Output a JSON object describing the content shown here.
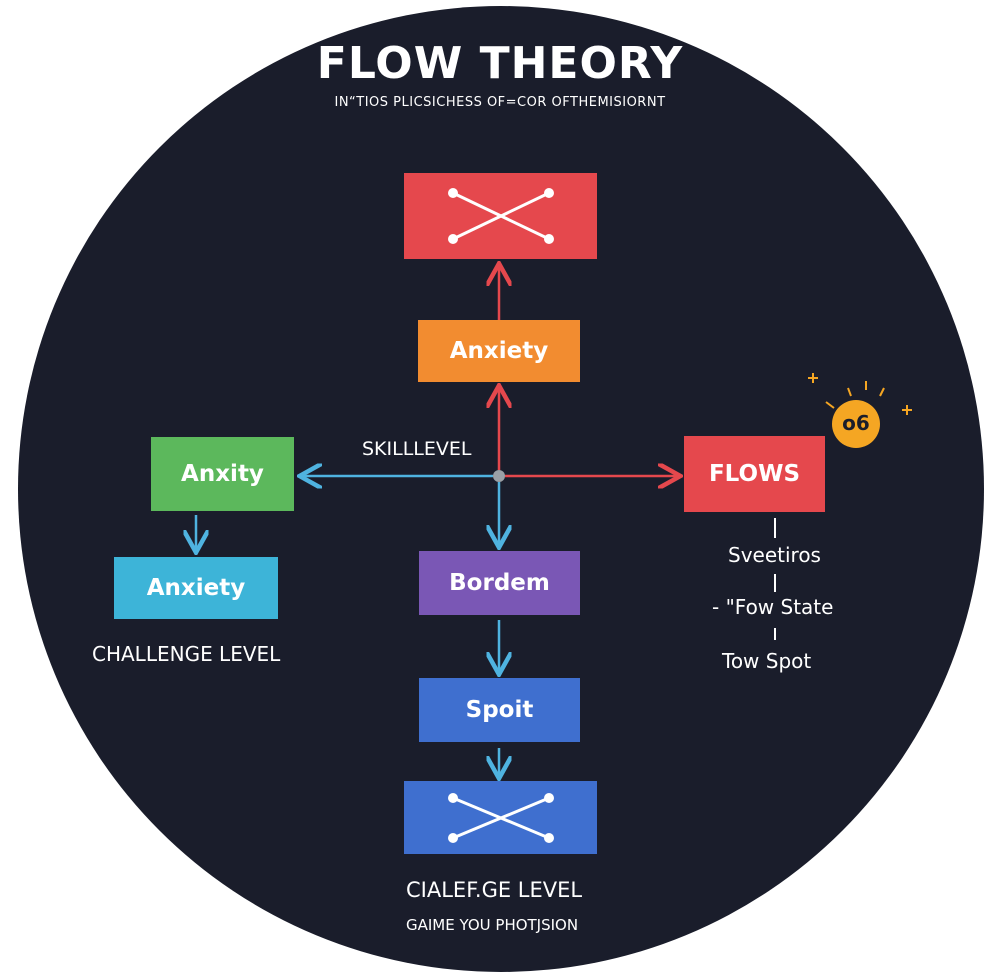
{
  "title": "FLOW THEORY",
  "subtitle": "IN“TIOS PLICSICHESS OF=COR OFTHEMISIORNT",
  "nodes": {
    "top_icon": {
      "icon": "cross-arrows-icon",
      "color": "#e5484d"
    },
    "anxiety_top": {
      "label": "Anxiety",
      "color": "#f28c30"
    },
    "anxiety_left": {
      "label": "Anxity",
      "color": "#5cb85c"
    },
    "anxiety_left_lower": {
      "label": "Anxiety",
      "color": "#3db4d8"
    },
    "flows": {
      "label": "FLOWS",
      "color": "#e5484d"
    },
    "bordem": {
      "label": "Bordem",
      "color": "#7a57b5"
    },
    "spoit": {
      "label": "Spoit",
      "color": "#3f6fcf"
    },
    "bottom_icon": {
      "icon": "cross-arrows-icon",
      "color": "#3f6fcf"
    }
  },
  "labels": {
    "skill_level": "SKILLLEVEL",
    "challenge_level_left": "CHALLENGE LEVEL",
    "challenge_level_bottom": "CIALEF.GE LEVEL",
    "game_you_phousion": "GAIME YOU PHOTJSION"
  },
  "side_list": [
    "Sveetiros",
    "-  \"Fow State",
    "Tow Spot"
  ],
  "badge": {
    "text": "o6",
    "color": "#f5a623"
  },
  "colors": {
    "background": "#1a1d2b",
    "red_arrow": "#e5484d",
    "blue_arrow": "#4fb3e0"
  }
}
